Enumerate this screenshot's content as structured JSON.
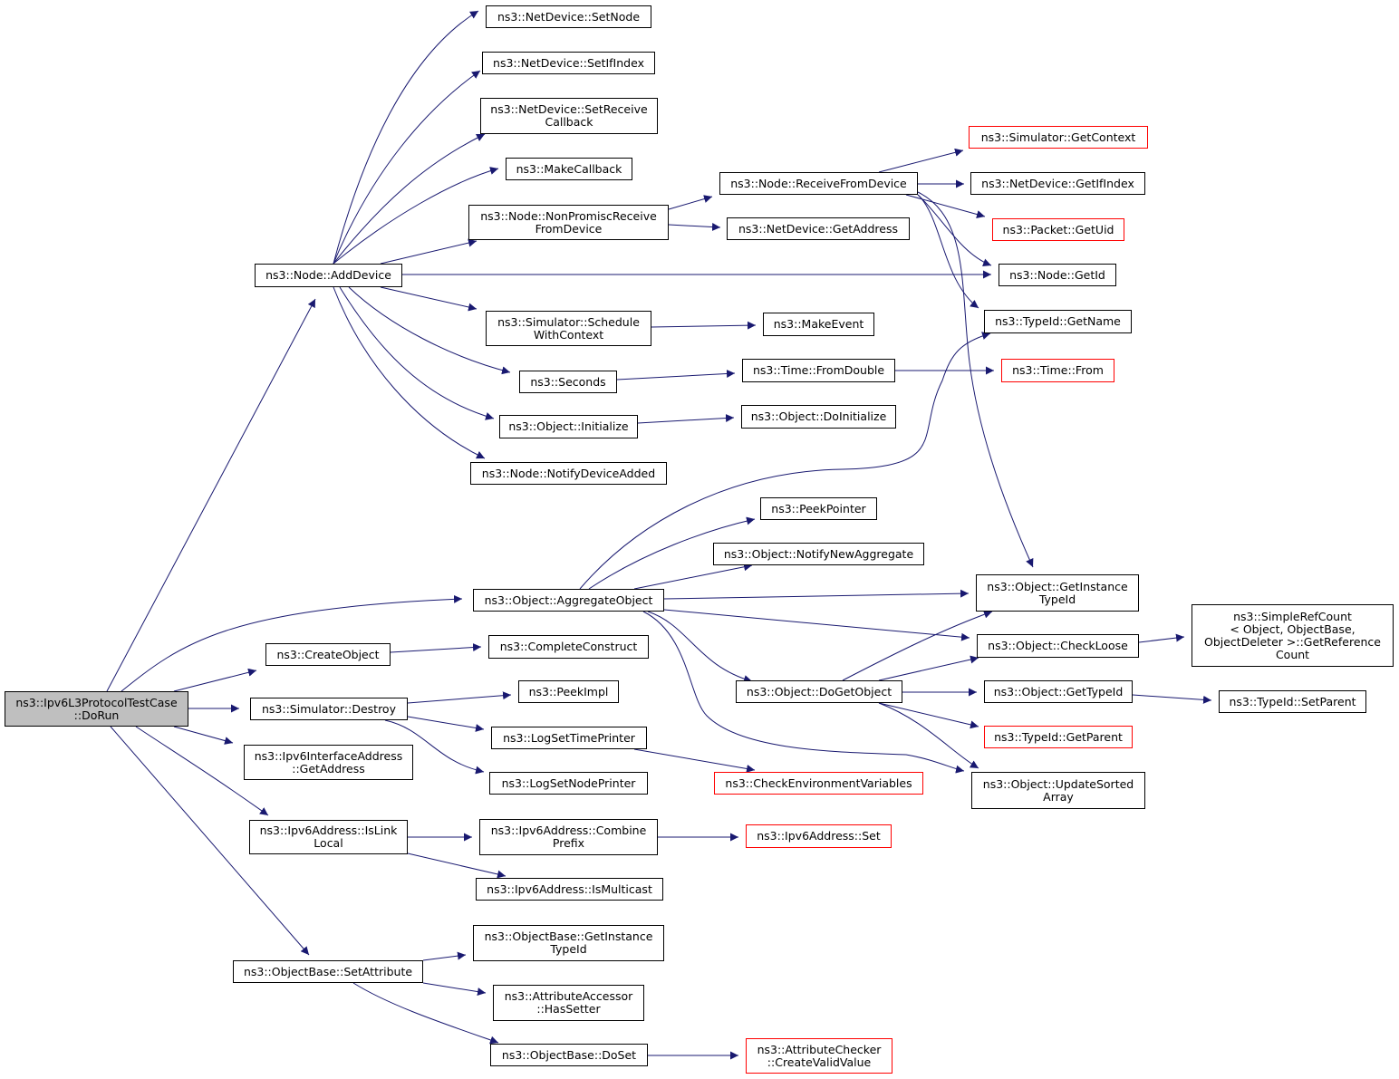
{
  "colors": {
    "edge": "#191970",
    "red_border": "#ff0000",
    "root_fill": "#bfbfbf"
  },
  "nodes": {
    "dorun": {
      "lines": [
        "ns3::Ipv6L3ProtocolTestCase",
        "::DoRun"
      ]
    },
    "adddevice": {
      "lines": [
        "ns3::Node::AddDevice"
      ]
    },
    "setnode": {
      "lines": [
        "ns3::NetDevice::SetNode"
      ]
    },
    "setifindex": {
      "lines": [
        "ns3::NetDevice::SetIfIndex"
      ]
    },
    "setrecv": {
      "lines": [
        "ns3::NetDevice::SetReceive",
        "Callback"
      ]
    },
    "makecallback": {
      "lines": [
        "ns3::MakeCallback"
      ]
    },
    "nonpromisc": {
      "lines": [
        "ns3::Node::NonPromiscReceive",
        "FromDevice"
      ]
    },
    "recvfromdev": {
      "lines": [
        "ns3::Node::ReceiveFromDevice"
      ]
    },
    "getcontext": {
      "lines": [
        "ns3::Simulator::GetContext"
      ]
    },
    "getifindex": {
      "lines": [
        "ns3::NetDevice::GetIfIndex"
      ]
    },
    "getuid": {
      "lines": [
        "ns3::Packet::GetUid"
      ]
    },
    "getaddress": {
      "lines": [
        "ns3::NetDevice::GetAddress"
      ]
    },
    "getid": {
      "lines": [
        "ns3::Node::GetId"
      ]
    },
    "getname": {
      "lines": [
        "ns3::TypeId::GetName"
      ]
    },
    "schedctx": {
      "lines": [
        "ns3::Simulator::Schedule",
        "WithContext"
      ]
    },
    "makeevent": {
      "lines": [
        "ns3::MakeEvent"
      ]
    },
    "seconds": {
      "lines": [
        "ns3::Seconds"
      ]
    },
    "fromdouble": {
      "lines": [
        "ns3::Time::FromDouble"
      ]
    },
    "timefrom": {
      "lines": [
        "ns3::Time::From"
      ]
    },
    "initialize": {
      "lines": [
        "ns3::Object::Initialize"
      ]
    },
    "doinit": {
      "lines": [
        "ns3::Object::DoInitialize"
      ]
    },
    "notifydev": {
      "lines": [
        "ns3::Node::NotifyDeviceAdded"
      ]
    },
    "peekptr": {
      "lines": [
        "ns3::PeekPointer"
      ]
    },
    "notifyagg": {
      "lines": [
        "ns3::Object::NotifyNewAggregate"
      ]
    },
    "aggregate": {
      "lines": [
        "ns3::Object::AggregateObject"
      ]
    },
    "getinsttid": {
      "lines": [
        "ns3::Object::GetInstance",
        "TypeId"
      ]
    },
    "createobj": {
      "lines": [
        "ns3::CreateObject"
      ]
    },
    "completec": {
      "lines": [
        "ns3::CompleteConstruct"
      ]
    },
    "checkloose": {
      "lines": [
        "ns3::Object::CheckLoose"
      ]
    },
    "simplerefcount": {
      "lines": [
        "ns3::SimpleRefCount",
        "< Object, ObjectBase,",
        " ObjectDeleter >::GetReference",
        "Count"
      ]
    },
    "simdestroy": {
      "lines": [
        "ns3::Simulator::Destroy"
      ]
    },
    "peekimpl": {
      "lines": [
        "ns3::PeekImpl"
      ]
    },
    "dogetobj": {
      "lines": [
        "ns3::Object::DoGetObject"
      ]
    },
    "gettypeid": {
      "lines": [
        "ns3::Object::GetTypeId"
      ]
    },
    "setparent": {
      "lines": [
        "ns3::TypeId::SetParent"
      ]
    },
    "logtime": {
      "lines": [
        "ns3::LogSetTimePrinter"
      ]
    },
    "getparent": {
      "lines": [
        "ns3::TypeId::GetParent"
      ]
    },
    "ifaceaddr": {
      "lines": [
        "ns3::Ipv6InterfaceAddress",
        "::GetAddress"
      ]
    },
    "lognode": {
      "lines": [
        "ns3::LogSetNodePrinter"
      ]
    },
    "checkenv": {
      "lines": [
        "ns3::CheckEnvironmentVariables"
      ]
    },
    "updsorted": {
      "lines": [
        "ns3::Object::UpdateSorted",
        "Array"
      ]
    },
    "islinklocal": {
      "lines": [
        "ns3::Ipv6Address::IsLink",
        "Local"
      ]
    },
    "combine": {
      "lines": [
        "ns3::Ipv6Address::Combine",
        "Prefix"
      ]
    },
    "ipv6set": {
      "lines": [
        "ns3::Ipv6Address::Set"
      ]
    },
    "ismulticast": {
      "lines": [
        "ns3::Ipv6Address::IsMulticast"
      ]
    },
    "obgetinst": {
      "lines": [
        "ns3::ObjectBase::GetInstance",
        "TypeId"
      ]
    },
    "setattr": {
      "lines": [
        "ns3::ObjectBase::SetAttribute"
      ]
    },
    "hassetter": {
      "lines": [
        "ns3::AttributeAccessor",
        "::HasSetter"
      ]
    },
    "doset": {
      "lines": [
        "ns3::ObjectBase::DoSet"
      ]
    },
    "createvalid": {
      "lines": [
        "ns3::AttributeChecker",
        "::CreateValidValue"
      ]
    }
  }
}
